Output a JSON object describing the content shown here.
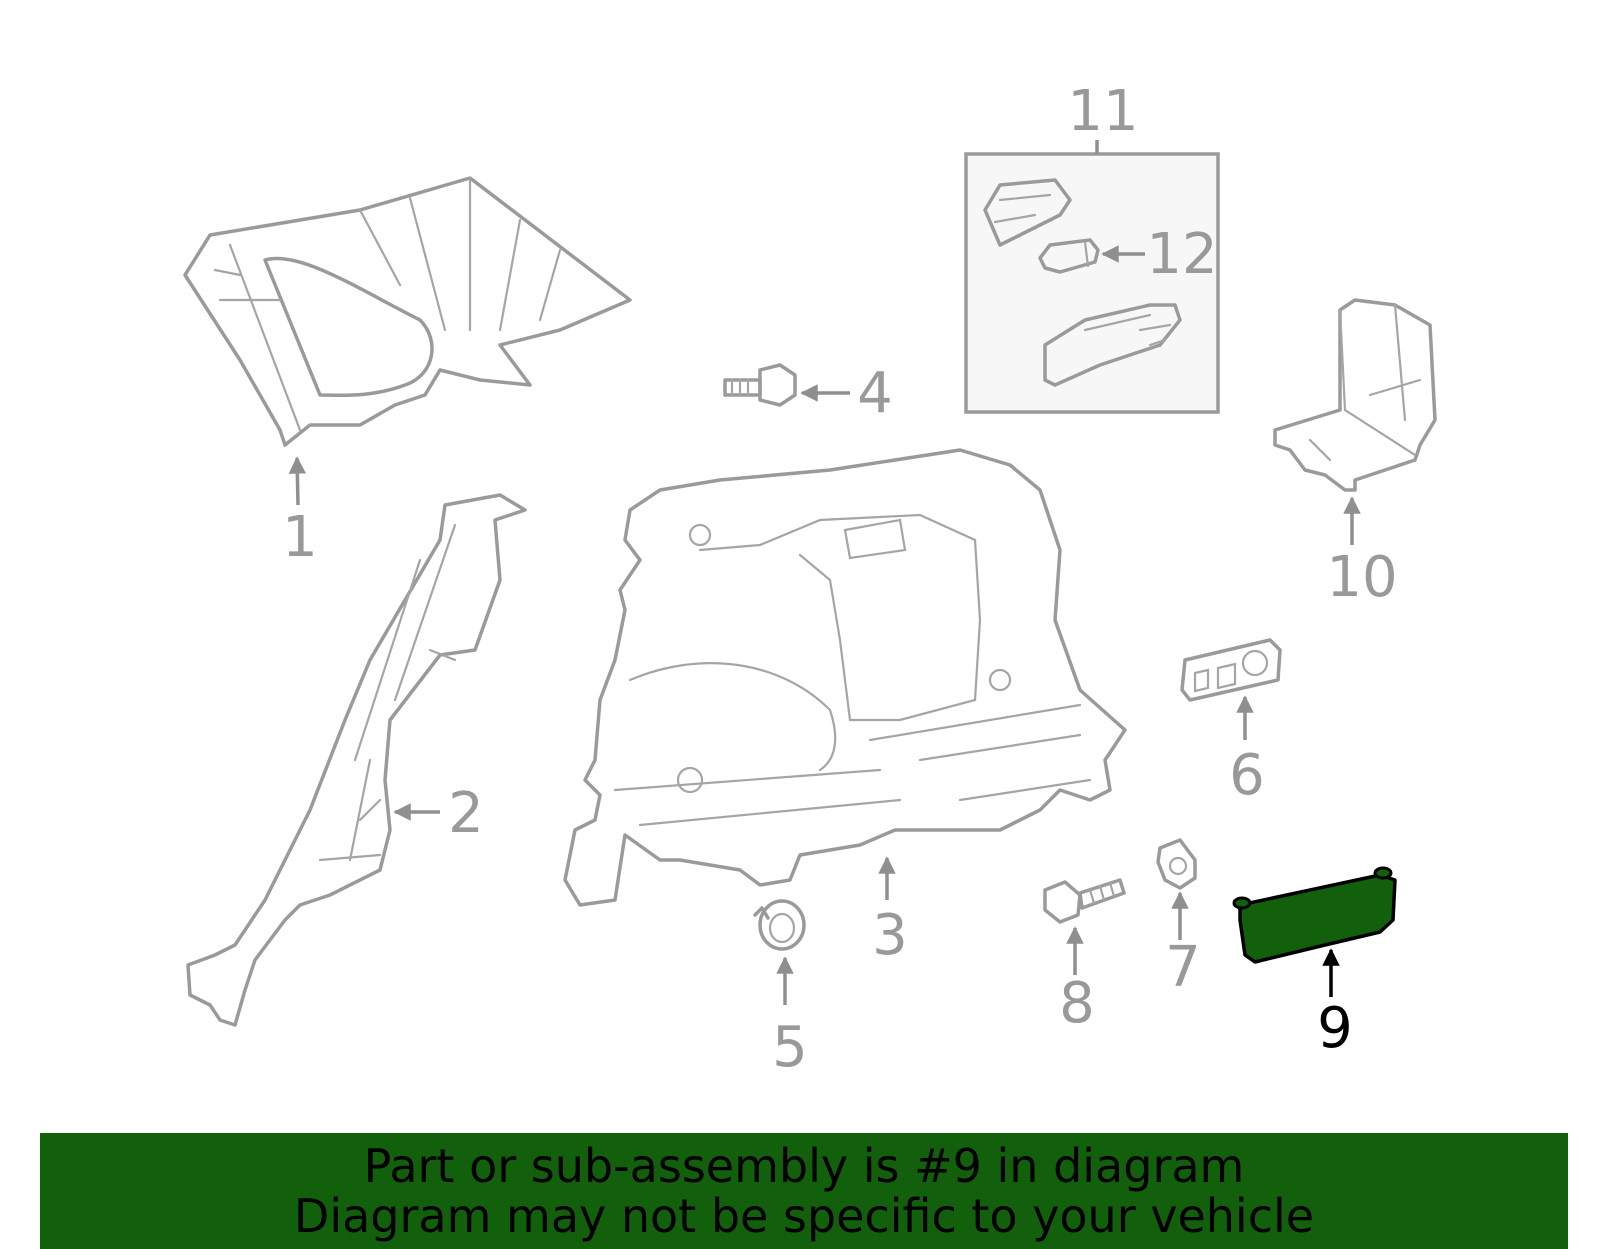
{
  "diagram": {
    "callouts": [
      "1",
      "2",
      "3",
      "4",
      "5",
      "6",
      "7",
      "8",
      "9",
      "10",
      "11",
      "12"
    ],
    "highlighted_part": "9",
    "highlight_color": "#12600b",
    "part_stroke_color": "#9a9a9a"
  },
  "banner": {
    "line1": "Part or sub-assembly is #9 in diagram",
    "line2": "Diagram may not be specific to your vehicle",
    "background": "#12600b"
  }
}
